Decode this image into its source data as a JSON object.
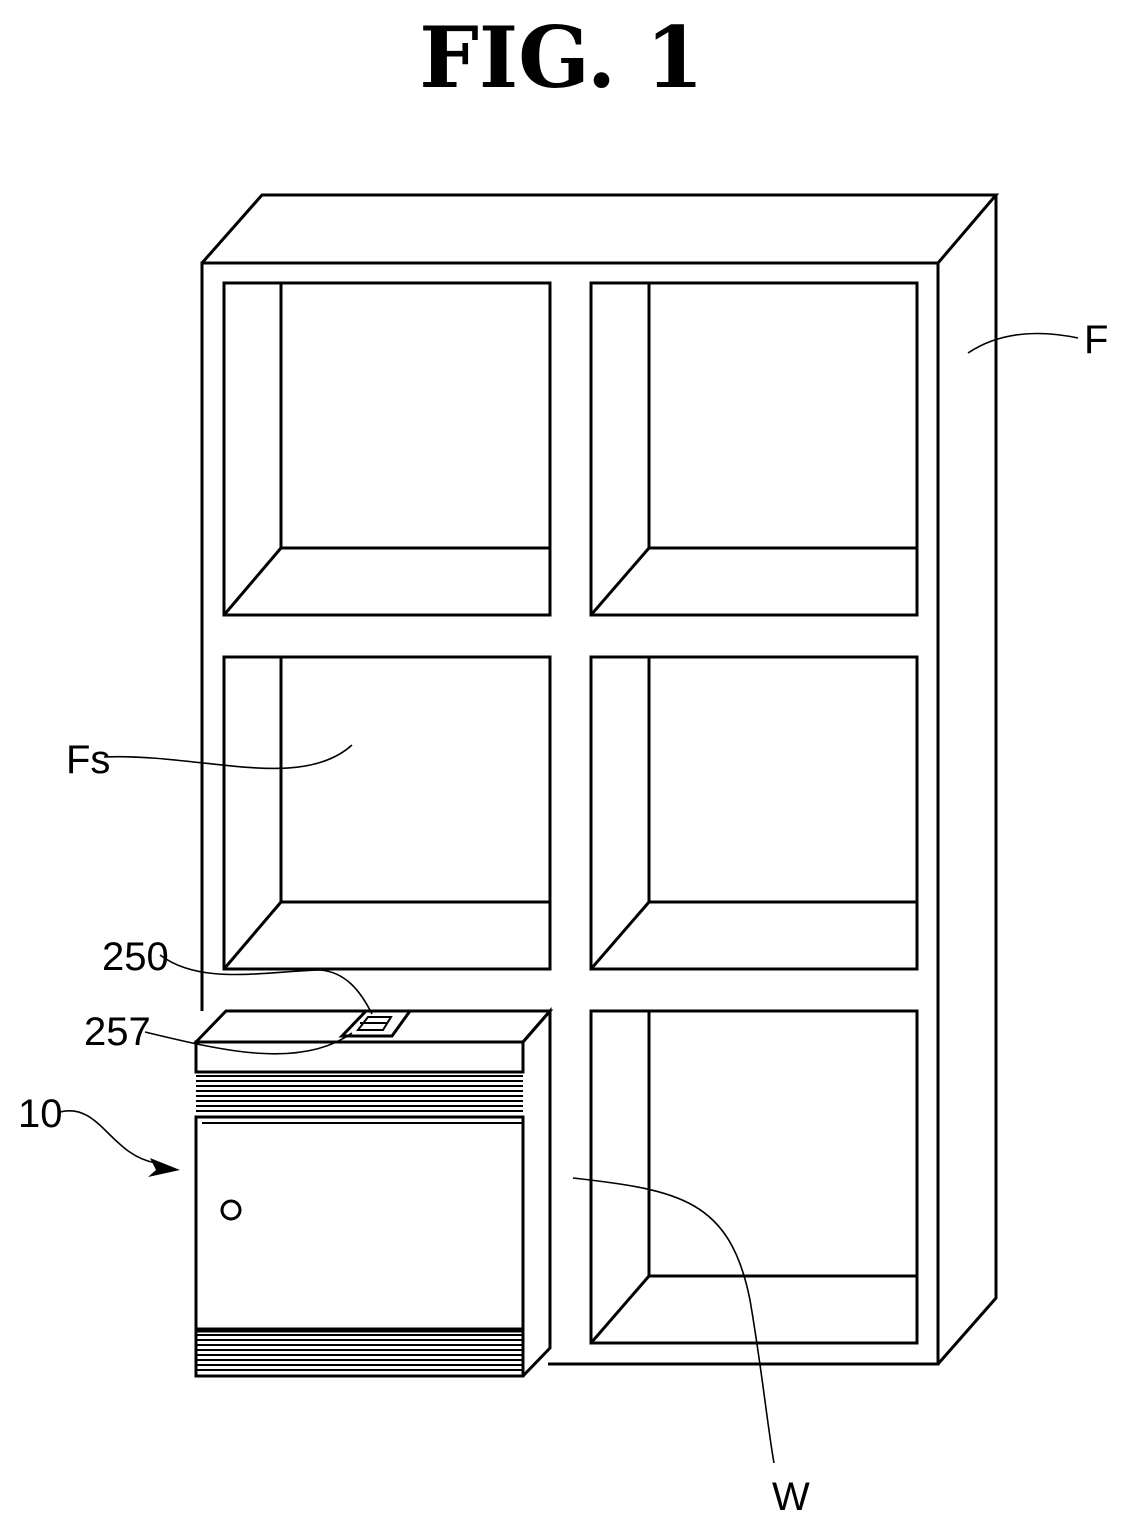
{
  "figure": {
    "title": "FIG. 1"
  },
  "labels": {
    "furniture": "F",
    "shelf_space": "Fs",
    "device": "10",
    "part_250": "250",
    "part_257": "257",
    "wall_gap": "W"
  },
  "colors": {
    "line": "#000000",
    "background": "#ffffff"
  }
}
